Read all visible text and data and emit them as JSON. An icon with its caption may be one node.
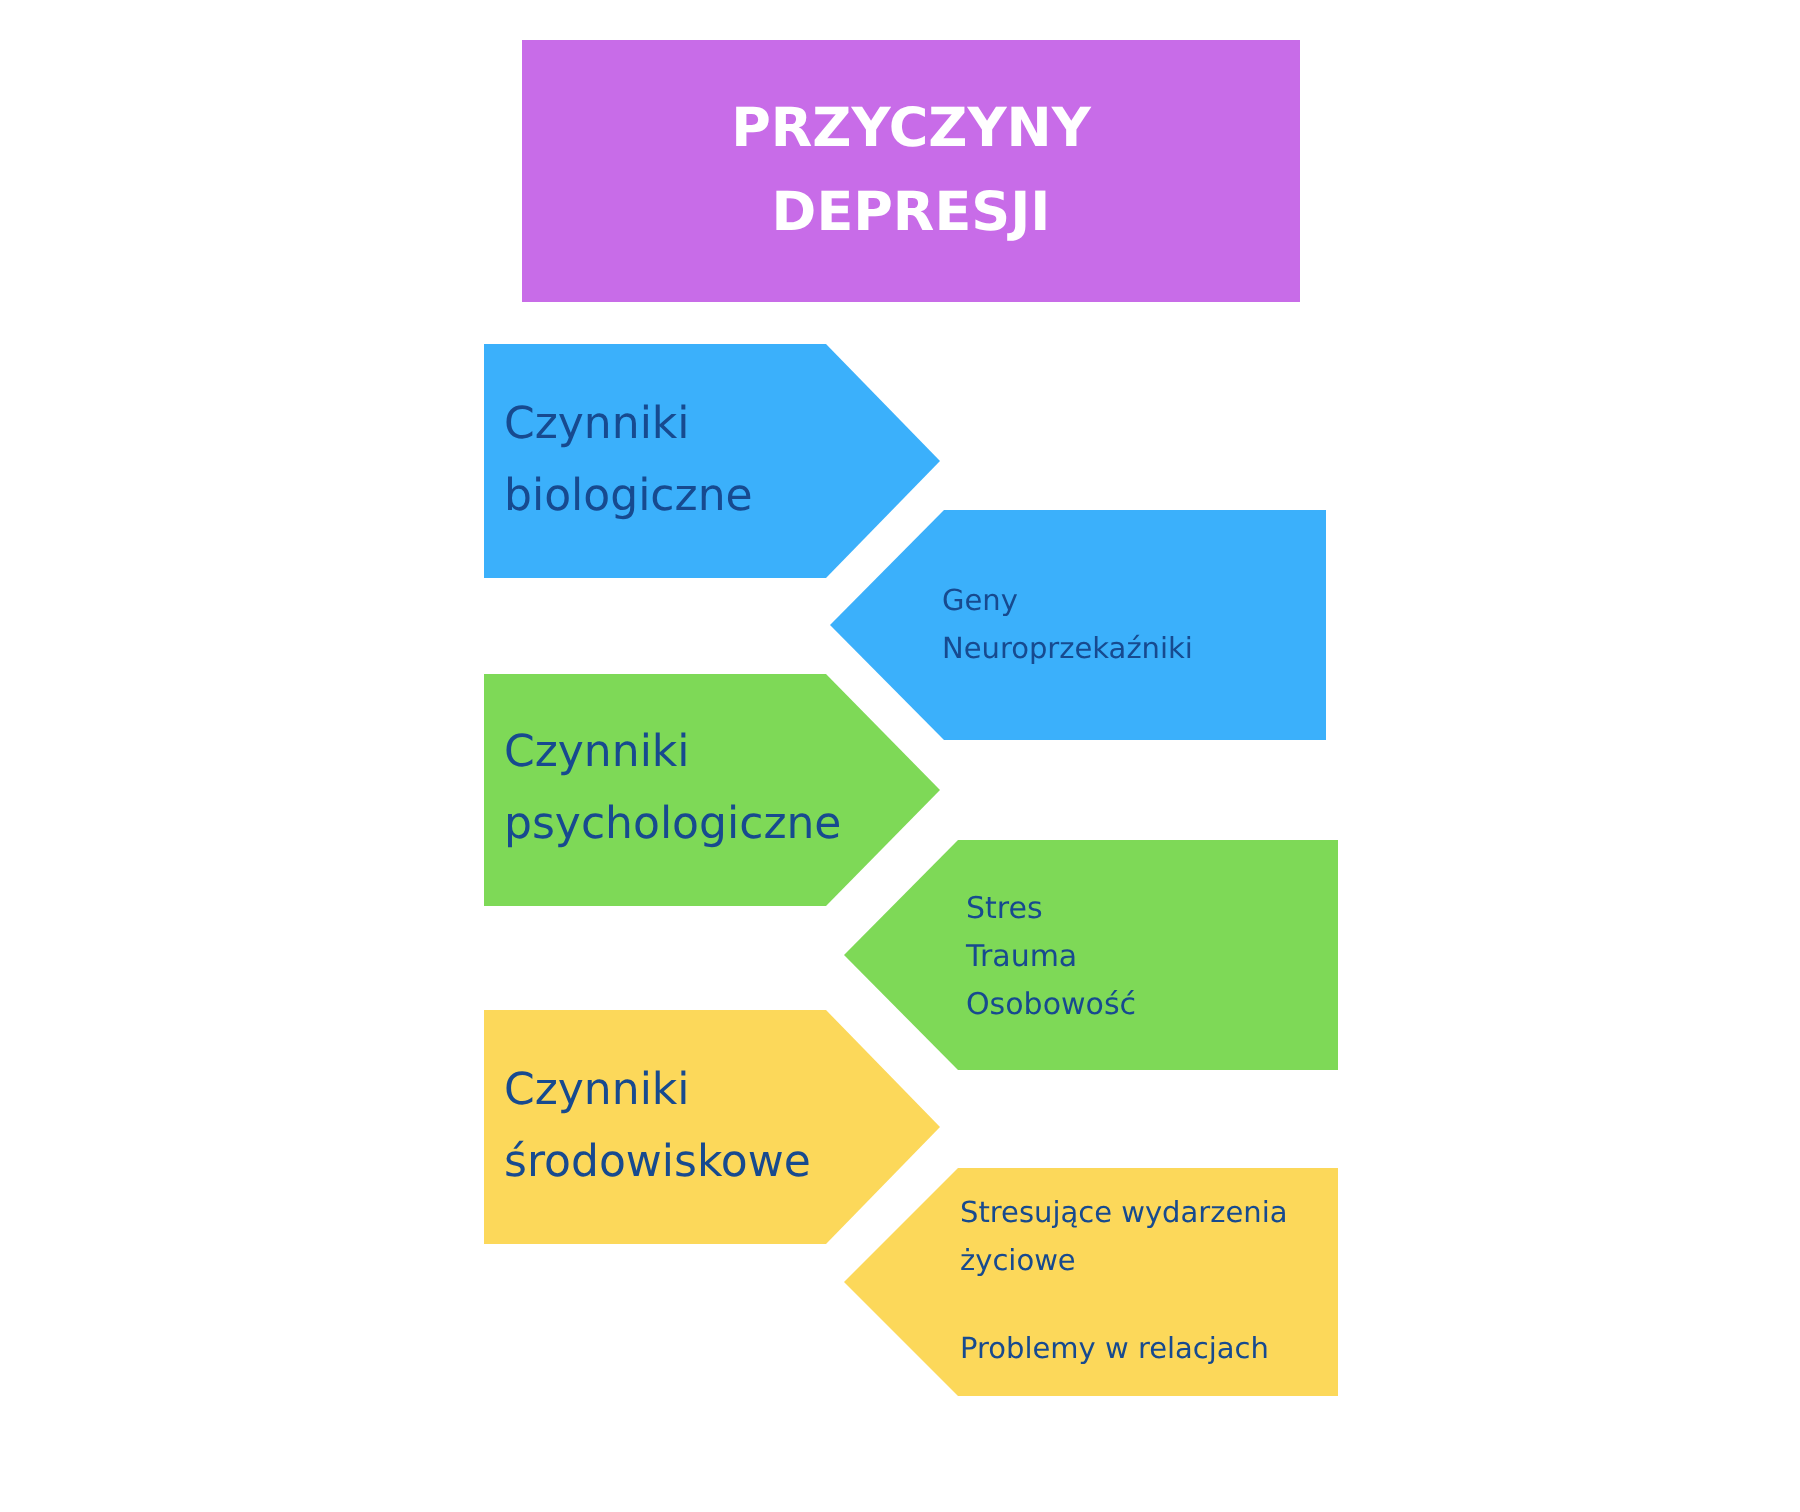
{
  "diagram": {
    "nodes": [
      {
        "text": [
          "PRZYCZYNY DEPRESJI"
        ]
      },
      {
        "text": [
          "Czynniki biologiczne"
        ]
      },
      {
        "text": [
          "Geny",
          "Neuroprzekaźniki"
        ]
      },
      {
        "text": [
          "Czynniki psychologiczne"
        ]
      },
      {
        "text": [
          "Stres",
          "Trauma",
          "Osobowość"
        ]
      },
      {
        "text": [
          "Czynniki środowiskowe"
        ]
      },
      {
        "text": [
          "Stresujące wydarzenia życiowe",
          "Problemy w relacjach"
        ]
      }
    ]
  }
}
